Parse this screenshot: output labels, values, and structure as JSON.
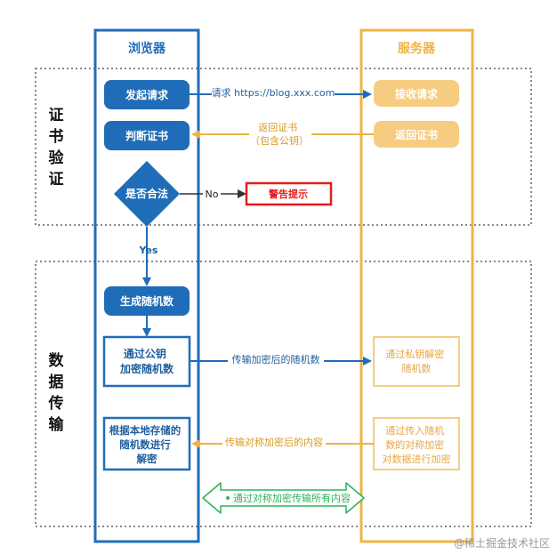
{
  "columns": {
    "browser": "浏览器",
    "server": "服务器"
  },
  "sections": {
    "cert_verify": "证书验证",
    "data_transfer": "数据传输"
  },
  "browser_steps": {
    "send_request": "发起请求",
    "judge_cert": "判断证书",
    "is_valid": "是否合法",
    "gen_random": "生成随机数",
    "encrypt_random": [
      "通过公钥",
      "加密随机数"
    ],
    "decrypt": [
      "根据本地存储的",
      "随机数进行",
      "解密"
    ]
  },
  "server_steps": {
    "receive_request": "接收请求",
    "return_cert": "返回证书",
    "decrypt_random": [
      "通过私钥解密",
      "随机数"
    ],
    "encrypt_content": [
      "通过传入随机",
      "数的对称加密",
      "对数据进行加密"
    ]
  },
  "flows": {
    "request": "请求 https://blog.xxx.com",
    "return_cert": [
      "返回证书",
      "（包含公钥）"
    ],
    "no": "No",
    "yes": "Yes",
    "send_random": "传输加密后的随机数",
    "send_content": "传输对称加密后的内容",
    "symmetric": "通过对称加密传输所有内容"
  },
  "alert": "警告提示",
  "watermark": "@稀土掘金技术社区",
  "colors": {
    "browser_blue": "#1f6db8",
    "server_orange": "#eeb443",
    "alert_red": "#e41a1a",
    "green": "#2fb15a"
  }
}
